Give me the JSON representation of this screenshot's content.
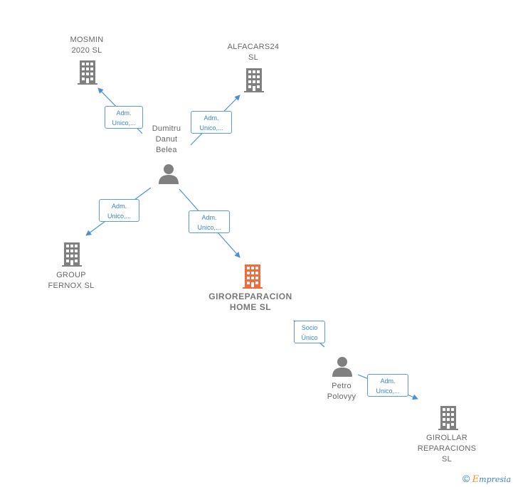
{
  "companies": {
    "mosmin": {
      "line1": "MOSMIN",
      "line2": "2020  SL"
    },
    "alfacars": {
      "line1": "ALFACARS24",
      "line2": "SL"
    },
    "group_fernox": {
      "line1": "GROUP",
      "line2": "FERNOX  SL"
    },
    "giroreparacion": {
      "line1": "GIROREPARACION",
      "line2": "HOME  SL"
    },
    "girollar": {
      "line1": "GIROLLAR",
      "line2": "REPARACIONS",
      "line3": "SL"
    }
  },
  "persons": {
    "dumitru": {
      "line1": "Dumitru",
      "line2": "Danut",
      "line3": "Belea"
    },
    "petro": {
      "line1": "Petro",
      "line2": "Polovyy"
    }
  },
  "edges": {
    "e1": {
      "line1": "Adm.",
      "line2": "Unico,..."
    },
    "e2": {
      "line1": "Adm.",
      "line2": "Unico,..."
    },
    "e3": {
      "line1": "Adm.",
      "line2": "Unico,..."
    },
    "e4": {
      "line1": "Adm.",
      "line2": "Unico,..."
    },
    "e5": {
      "line1": "Socio",
      "line2": "Único"
    },
    "e6": {
      "line1": "Adm.",
      "line2": "Unico,..."
    }
  },
  "footer": {
    "copyright": "©",
    "brand_initial": "E",
    "brand_rest": "mpresia"
  },
  "colors": {
    "edge": "#4a90d9",
    "node_gray": "#808080",
    "node_main": "#f26b3a"
  }
}
